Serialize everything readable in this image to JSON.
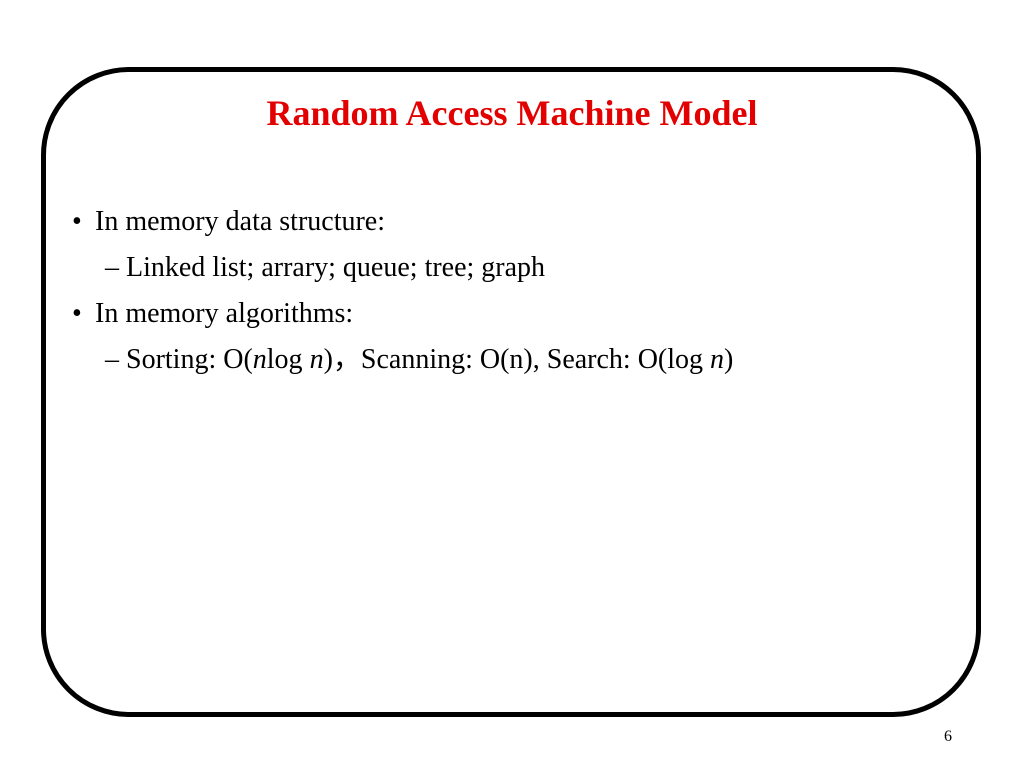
{
  "slide": {
    "title": "Random Access Machine Model",
    "title_color": "#e30000",
    "border_color": "#000000",
    "page_number": "6"
  },
  "bullets": [
    {
      "marker": "•",
      "text": "In memory data structure:",
      "sub": {
        "marker": "–",
        "text": "Linked list; arrary; queue; tree; graph"
      }
    },
    {
      "marker": "•",
      "text": "In memory algorithms:",
      "sub": {
        "marker": "–",
        "parts": {
          "p1": "Sorting: O(",
          "p2": "n",
          "p3": "log ",
          "p4": "n",
          "p5": ")，Scanning: O(n), Search: O(log ",
          "p6": "n",
          "p7": ")"
        }
      }
    }
  ]
}
